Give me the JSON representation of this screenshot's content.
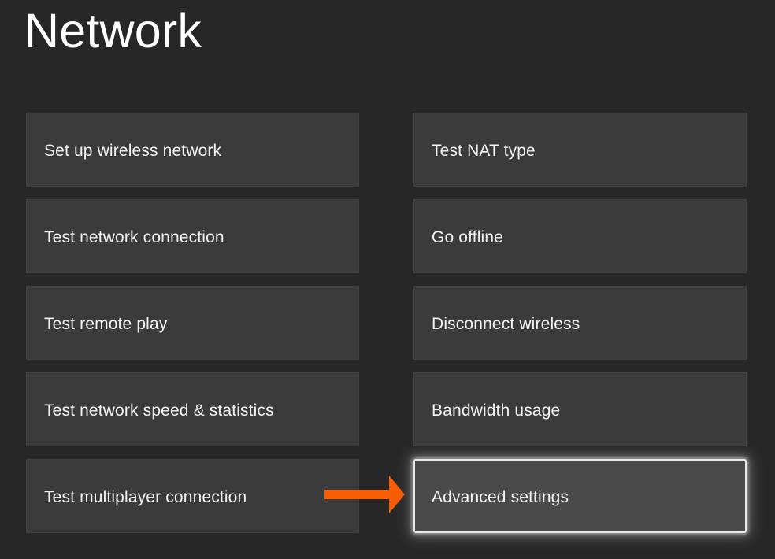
{
  "page": {
    "title": "Network",
    "background_color": "#272727",
    "tile_color": "#3b3b3b",
    "tile_text_color": "#f2f2f2",
    "selected_tile_color": "#4a4a4a",
    "selected_border_color": "#e9e9e9",
    "annotation_color": "#f75d05"
  },
  "tiles": {
    "left_column": [
      {
        "label": "Set up wireless network",
        "selected": false
      },
      {
        "label": "Test network connection",
        "selected": false
      },
      {
        "label": "Test remote play",
        "selected": false
      },
      {
        "label": "Test network speed & statistics",
        "selected": false
      },
      {
        "label": "Test multiplayer connection",
        "selected": false
      }
    ],
    "right_column": [
      {
        "label": "Test NAT type",
        "selected": false
      },
      {
        "label": "Go offline",
        "selected": false
      },
      {
        "label": "Disconnect wireless",
        "selected": false
      },
      {
        "label": "Bandwidth usage",
        "selected": false
      },
      {
        "label": "Advanced settings",
        "selected": true
      }
    ]
  },
  "annotation": {
    "type": "arrow",
    "direction": "right",
    "color": "#f75d05",
    "points_to": "Advanced settings"
  }
}
